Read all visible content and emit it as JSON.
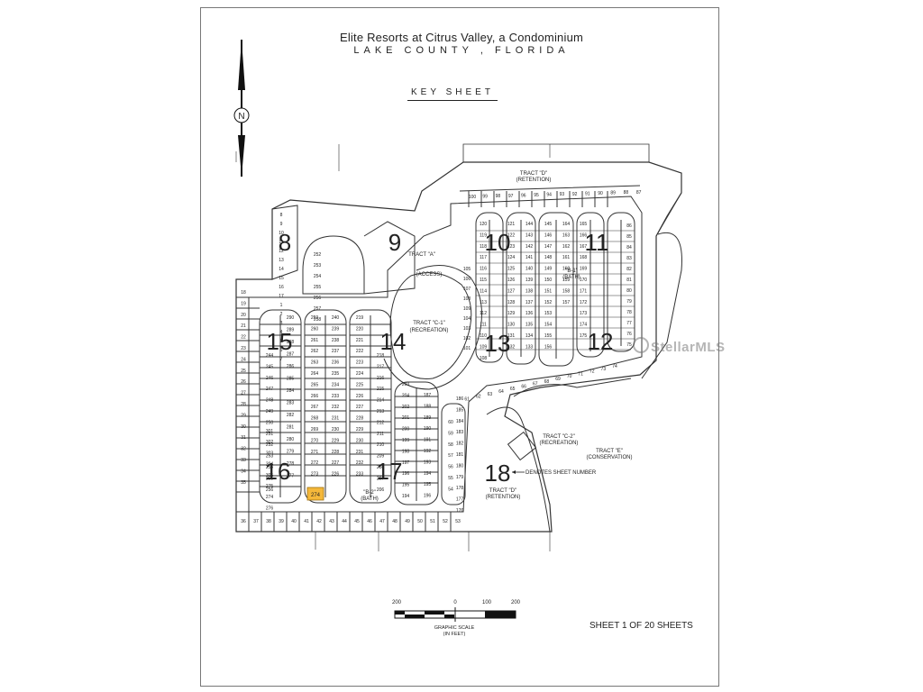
{
  "header": {
    "title": "Elite Resorts at Citrus Valley, a Condominium",
    "subtitle": "LAKE COUNTY , FLORIDA",
    "key_sheet": "KEY SHEET"
  },
  "north_arrow": {
    "label": "N"
  },
  "tracts": {
    "tract_d_top": "TRACT \"D\"",
    "tract_d_top_sub": "(RETENTION)",
    "tract_a": "TRACT \"A\"",
    "access": "(ACCESS)",
    "tract_c1": "TRACT \"C-1\"",
    "tract_c1_sub": "(RECREATION)",
    "tract_c2": "TRACT \"C-2\"",
    "tract_c2_sub": "(RECREATION)",
    "tract_e": "TRACT \"E\"",
    "tract_e_sub": "(CONSERVATION)",
    "tract_d_bottom": "TRACT \"D\"",
    "tract_d_bottom_sub": "(RETENTION)",
    "b1": "\"B-1\"",
    "b1_sub": "(BATH)",
    "b2": "\"B-2\"",
    "b2_sub": "(BATH)"
  },
  "sheet_numbers": [
    "8",
    "9",
    "10",
    "11",
    "12",
    "13",
    "14",
    "15",
    "16",
    "17",
    "18"
  ],
  "legend": {
    "denotes": "DENOTES SHEET NUMBER",
    "example": "18"
  },
  "lots": {
    "bottom_row": [
      "36",
      "37",
      "38",
      "39",
      "40",
      "41",
      "42",
      "43",
      "44",
      "45",
      "46",
      "47",
      "48",
      "49",
      "50",
      "51",
      "52",
      "53"
    ],
    "top_row": [
      "100",
      "99",
      "98",
      "97",
      "96",
      "95",
      "94",
      "93",
      "92",
      "91",
      "90",
      "89",
      "88",
      "87"
    ],
    "west_column": [
      "18",
      "19",
      "20",
      "21",
      "22",
      "23",
      "24",
      "25",
      "26",
      "27",
      "28",
      "29",
      "30",
      "31",
      "32",
      "33",
      "34",
      "35"
    ],
    "col_15a": [
      "290",
      "289",
      "288",
      "287",
      "286",
      "285",
      "284",
      "283",
      "282",
      "281",
      "280",
      "279",
      "278",
      "277"
    ],
    "col_15b": [
      "244",
      "245",
      "246",
      "247",
      "248",
      "249",
      "250",
      "251",
      "252",
      "253",
      "254",
      "255",
      "256"
    ],
    "col_14a": [
      "259",
      "260",
      "261",
      "262",
      "263",
      "264",
      "265",
      "266",
      "267",
      "268",
      "269",
      "270",
      "271",
      "272",
      "273"
    ],
    "col_14b": [
      "240",
      "239",
      "238",
      "237",
      "236",
      "235",
      "234",
      "233",
      "232",
      "231",
      "230",
      "229",
      "228",
      "227",
      "226"
    ],
    "col_14c": [
      "219",
      "220",
      "221",
      "222",
      "223",
      "224",
      "225",
      "226",
      "227",
      "228",
      "229",
      "230",
      "231",
      "232",
      "233"
    ],
    "col_14d": [
      "218",
      "217",
      "216",
      "215",
      "214",
      "213",
      "212",
      "211",
      "210",
      "209",
      "208",
      "207",
      "206"
    ],
    "col_17a": [
      "203",
      "204",
      "202",
      "201",
      "200",
      "199",
      "198",
      "197",
      "196",
      "195",
      "194"
    ],
    "col_17b": [
      "187",
      "188",
      "189",
      "190",
      "191",
      "192",
      "193",
      "194",
      "195",
      "196"
    ],
    "col_13a": [
      "120",
      "119",
      "118",
      "117",
      "116",
      "115",
      "114",
      "113",
      "112",
      "111",
      "110",
      "109",
      "108"
    ],
    "col_13b": [
      "121",
      "122",
      "123",
      "124",
      "125",
      "126",
      "127",
      "128",
      "129",
      "130",
      "131",
      "132"
    ],
    "col_13c": [
      "144",
      "143",
      "142",
      "141",
      "140",
      "139",
      "138",
      "137",
      "136",
      "135",
      "134",
      "133"
    ],
    "col_12a": [
      "145",
      "146",
      "147",
      "148",
      "149",
      "150",
      "151",
      "152",
      "153",
      "154",
      "155",
      "156"
    ],
    "col_12b": [
      "164",
      "163",
      "162",
      "161",
      "160",
      "159",
      "158",
      "157"
    ],
    "col_12c": [
      "165",
      "166",
      "167",
      "168",
      "169",
      "170",
      "171",
      "172",
      "173",
      "174",
      "175"
    ],
    "col_11": [
      "86",
      "85",
      "84",
      "83",
      "82",
      "81",
      "80",
      "79",
      "78",
      "77",
      "76",
      "75"
    ],
    "sw_loop": [
      "301",
      "302",
      "303",
      "304",
      "305",
      "275",
      "274",
      "276"
    ],
    "east_row": [
      "74",
      "73",
      "72",
      "71",
      "70",
      "69",
      "68",
      "67",
      "66",
      "65",
      "64",
      "63",
      "62",
      "61"
    ],
    "east_col": [
      "60",
      "59",
      "58",
      "57",
      "56",
      "55",
      "54"
    ],
    "top_loop": [
      "252",
      "253",
      "254",
      "255",
      "256",
      "257",
      "258"
    ],
    "north_cluster": [
      "8",
      "9",
      "10",
      "11",
      "12",
      "13",
      "14",
      "15",
      "16",
      "17",
      "1",
      "2",
      "3",
      "4",
      "5",
      "6",
      "7"
    ],
    "interior_105": [
      "105",
      "106",
      "107",
      "108",
      "109",
      "104",
      "103",
      "102",
      "101"
    ],
    "south_east": [
      "186",
      "185",
      "184",
      "183",
      "182",
      "181",
      "180",
      "179",
      "178",
      "177",
      "176"
    ],
    "highlighted": "274"
  },
  "scale": {
    "ticks": [
      "200",
      "0",
      "100",
      "200"
    ],
    "label": "GRAPHIC SCALE",
    "unit": "(IN FEET)"
  },
  "sheet_count": "SHEET 1 OF 20 SHEETS",
  "watermark": "StellarMLS",
  "colors": {
    "line": "#333333",
    "highlight": "#f5b83a",
    "paper": "#ffffff"
  }
}
